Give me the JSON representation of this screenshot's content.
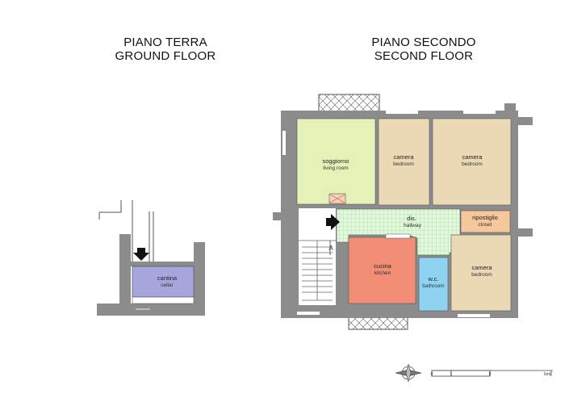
{
  "headings": {
    "ground": {
      "line1": "PIANO TERRA",
      "line2": "GROUND FLOOR"
    },
    "second": {
      "line1": "PIANO SECONDO",
      "line2": "SECOND FLOOR"
    }
  },
  "rooms": {
    "cellar": {
      "it": "cantina",
      "en": "cellar"
    },
    "living": {
      "it": "soggiorno",
      "en": "living room"
    },
    "bedroom1": {
      "it": "camera",
      "en": "bedroom"
    },
    "bedroom2": {
      "it": "camera",
      "en": "bedroom"
    },
    "hallway": {
      "it": "dis.",
      "en": "hallway"
    },
    "closet": {
      "it": "ripostiglio",
      "en": "closet"
    },
    "kitchen": {
      "it": "cucina",
      "en": "kitchen"
    },
    "bathroom": {
      "it": "w.c.",
      "en": "bathroom"
    },
    "bedroom3": {
      "it": "camera",
      "en": "bedroom"
    }
  },
  "stair_label": "A",
  "scale": {
    "ticks": [
      "0",
      "1",
      "5",
      "6mt"
    ]
  },
  "colors": {
    "wall": "#8c8c8c",
    "cellar": "#a6a6dd",
    "living": "#e4f2b8",
    "bedroom": "#ead9b4",
    "closet": "#f6c79a",
    "kitchen": "#f18e75",
    "bathroom": "#8fd3f2",
    "hallway_grid": "#b9e8b0"
  },
  "icons": [
    "entrance-arrow-icon",
    "compass-rose-icon",
    "fireplace-icon"
  ]
}
